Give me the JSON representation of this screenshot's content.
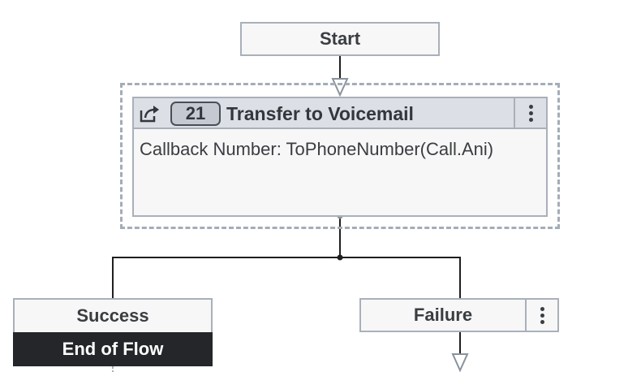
{
  "start": {
    "label": "Start"
  },
  "action": {
    "number": "21",
    "title": "Transfer to Voicemail",
    "icon": "transfer-icon",
    "body": "Callback Number: ToPhoneNumber(Call.Ani)",
    "menu_icon": "kebab-menu-icon"
  },
  "outputs": {
    "success": {
      "label": "Success",
      "terminal": "End of Flow"
    },
    "failure": {
      "label": "Failure",
      "menu_icon": "kebab-menu-icon"
    }
  },
  "colors": {
    "node_border": "#a9b0ba",
    "node_fill": "#f7f7f7",
    "header_fill": "#dcdfe5",
    "terminal_fill": "#24262a",
    "connector": "#1f1f1f"
  }
}
